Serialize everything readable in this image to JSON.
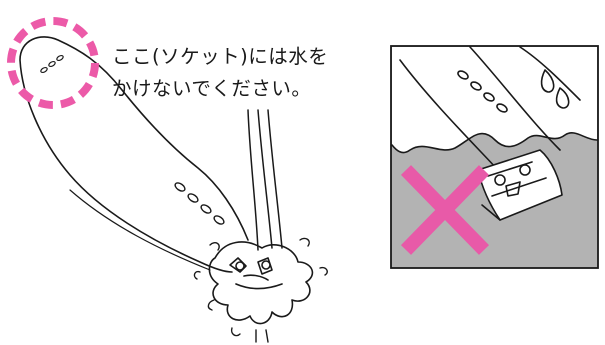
{
  "caption": {
    "line1": "ここ(ソケット)には水を",
    "line2": "かけないでください。"
  },
  "colors": {
    "ink": "#1a1a1a",
    "highlight": "#ec5aa8",
    "panel_bg": "#b3b3b3",
    "cross": "#e85aa8"
  },
  "icons": {
    "warning": "cross-mark-icon",
    "callout": "dashed-circle-highlight"
  }
}
